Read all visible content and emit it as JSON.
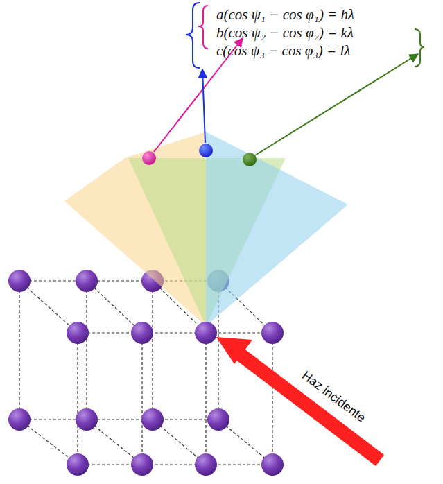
{
  "diagram": {
    "labels": [
      "a(cos ψ₁ − cos φ₁) = hλ",
      "b(cos ψ₂ − cos φ₂) = kλ",
      "c(cos ψ₃ − cos φ₃) = lλ",
      "Haz incidente"
    ]
  }
}
